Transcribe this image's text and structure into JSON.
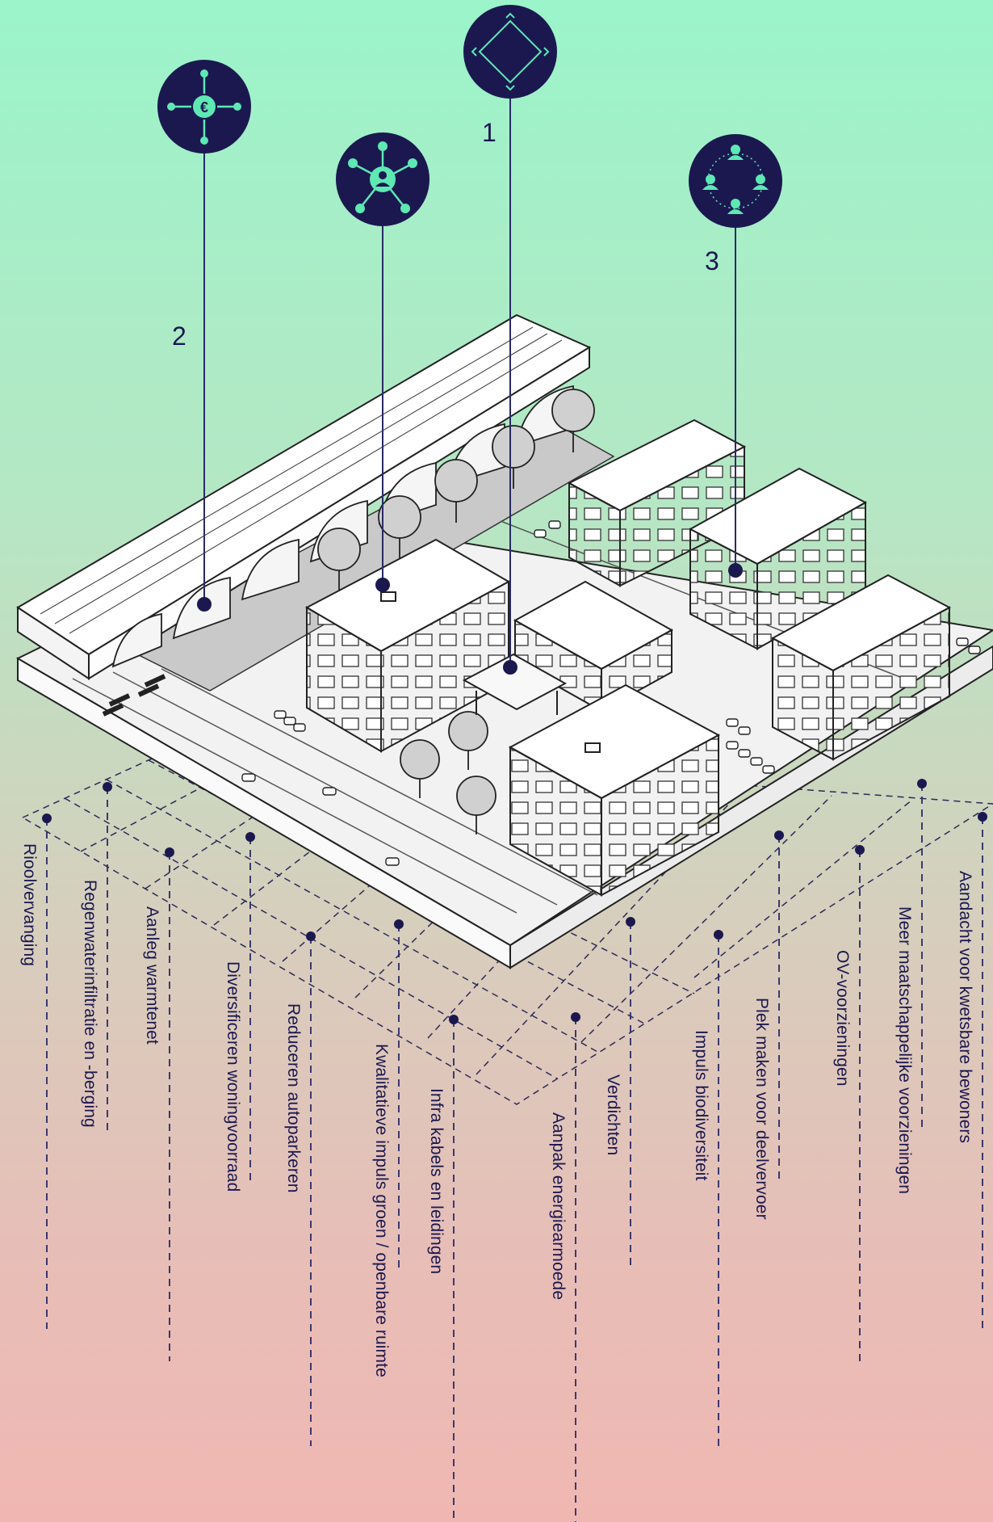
{
  "numbers": {
    "n1": "1",
    "n2": "2",
    "n3": "3"
  },
  "icons": {
    "top": "diamond-icon",
    "left": "euro-arrows-icon",
    "middle": "person-network-icon",
    "right": "community-people-icon"
  },
  "labels": [
    "Rioolvervanging",
    "Regenwaterinfiltratie en -berging",
    "Aanleg warmtenet",
    "Diversificeren woningvoorraad",
    "Reduceren autoparkeren",
    "Kwalitatieve impuls groen / openbare ruimte",
    "Infra kabels en leidingen",
    "Aanpak energiearmoede",
    "Verdichten",
    "Impuls biodiversiteit",
    "Plek maken voor deelvervoer",
    "OV-voorzieningen",
    "Meer maatschappelijke voorzieningen",
    "Aandacht voor kwetsbare bewoners"
  ],
  "colors": {
    "navy": "#1b1850",
    "accent": "#5ee8b4",
    "gradient_top": "#9bf4ca",
    "gradient_bottom": "#f0b7b2"
  }
}
